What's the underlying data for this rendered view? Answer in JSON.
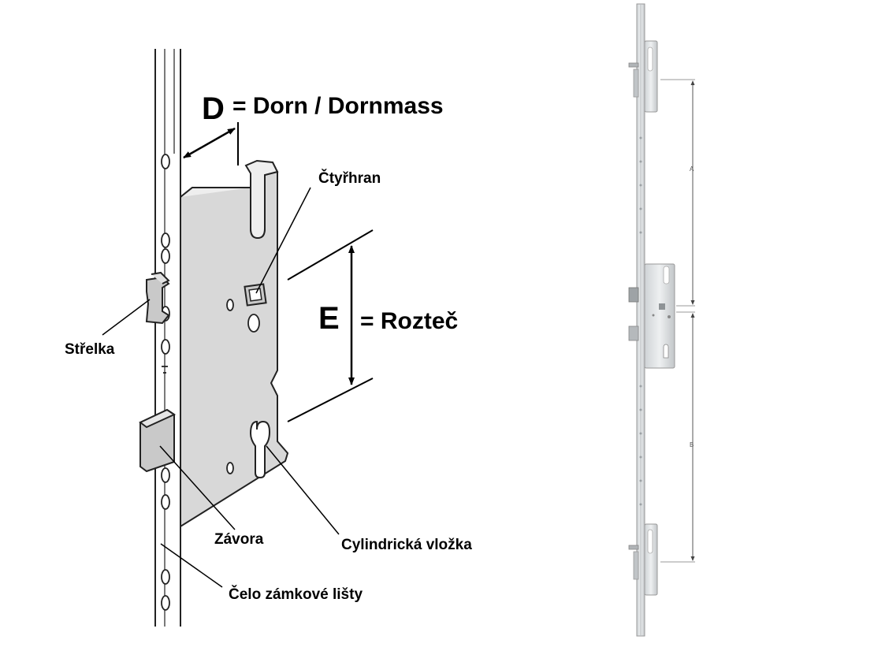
{
  "left_diagram": {
    "dimension_d": {
      "letter": "D",
      "text": "= Dorn / Dornmass"
    },
    "dimension_e": {
      "letter": "E",
      "text": "= Rozteč"
    },
    "labels": {
      "spindle": "Čtyřhran",
      "latch": "Střelka",
      "bolt": "Závora",
      "cylinder": "Cylindrická vložka",
      "faceplate": "Čelo zámkové lišty"
    }
  },
  "right_diagram": {
    "dimension_a": "A",
    "dimension_b": "B"
  }
}
